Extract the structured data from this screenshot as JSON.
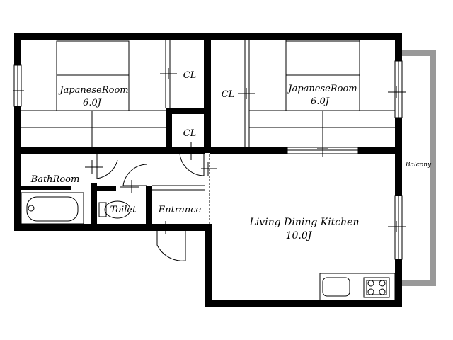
{
  "rooms": {
    "japanese_left": {
      "name": "JapaneseRoom",
      "size": "6.0J"
    },
    "japanese_right": {
      "name": "JapaneseRoom",
      "size": "6.0J"
    },
    "closet_1": "CL",
    "closet_2": "CL",
    "closet_3": "CL",
    "bathroom": "BathRoom",
    "toilet": "Toilet",
    "entrance": "Entrance",
    "ldk": {
      "name": "Living Dining Kitchen",
      "size": "10.0J"
    },
    "balcony": "Balcony"
  },
  "colors": {
    "wall": "#000000",
    "balcony": "#999999",
    "background": "#ffffff"
  }
}
